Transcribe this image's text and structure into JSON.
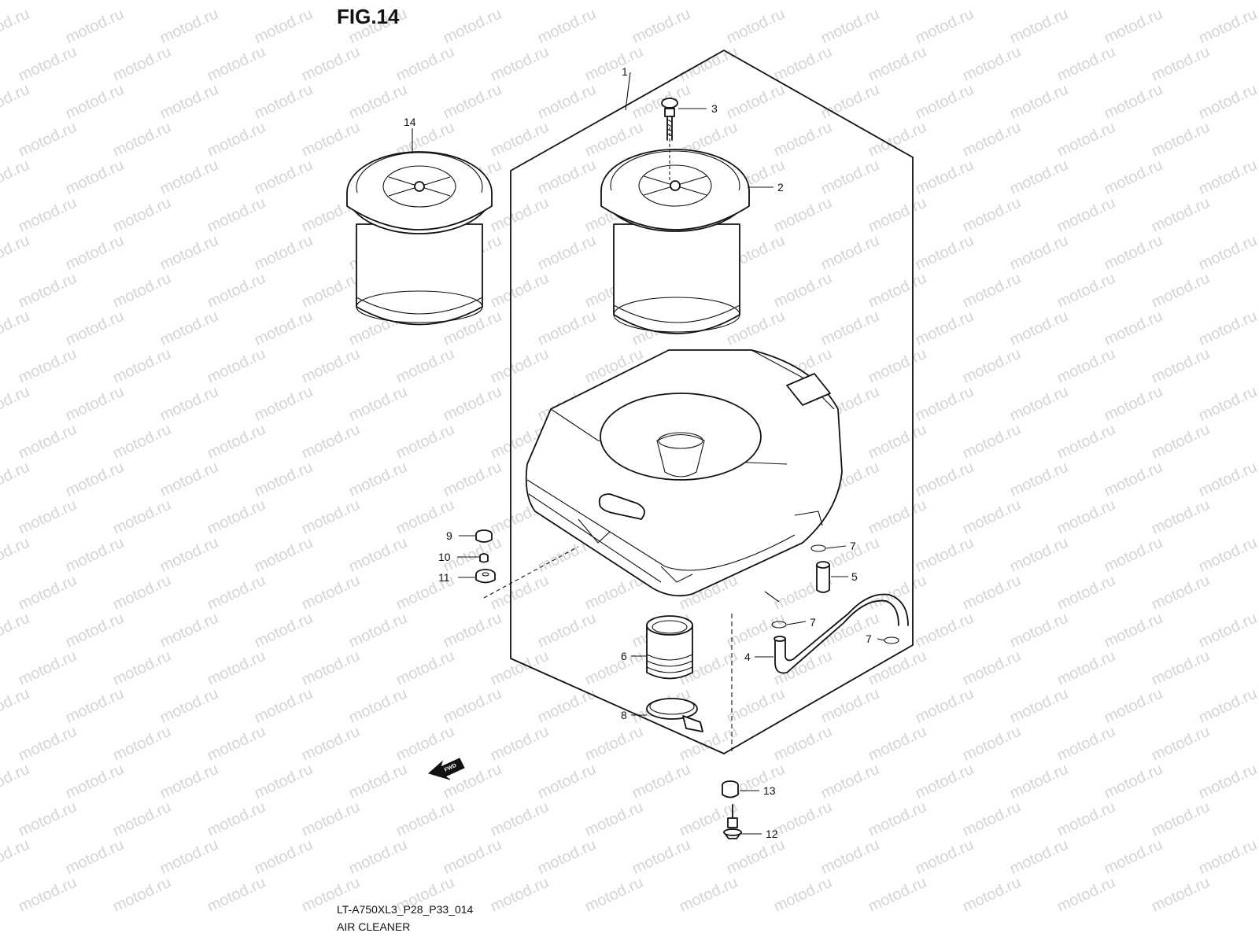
{
  "figure": {
    "title": "FIG.14",
    "model_code": "LT-A750XL3_P28_P33_014",
    "caption": "AIR CLEANER"
  },
  "callouts": {
    "c1": "1",
    "c2": "2",
    "c3": "3",
    "c4": "4",
    "c5": "5",
    "c6": "6",
    "c7a": "7",
    "c7b": "7",
    "c7c": "7",
    "c8": "8",
    "c9": "9",
    "c10": "10",
    "c11": "11",
    "c12": "12",
    "c13": "13",
    "c14": "14"
  },
  "fwd_arrow_label": "FWD",
  "watermark": "motod.ru"
}
